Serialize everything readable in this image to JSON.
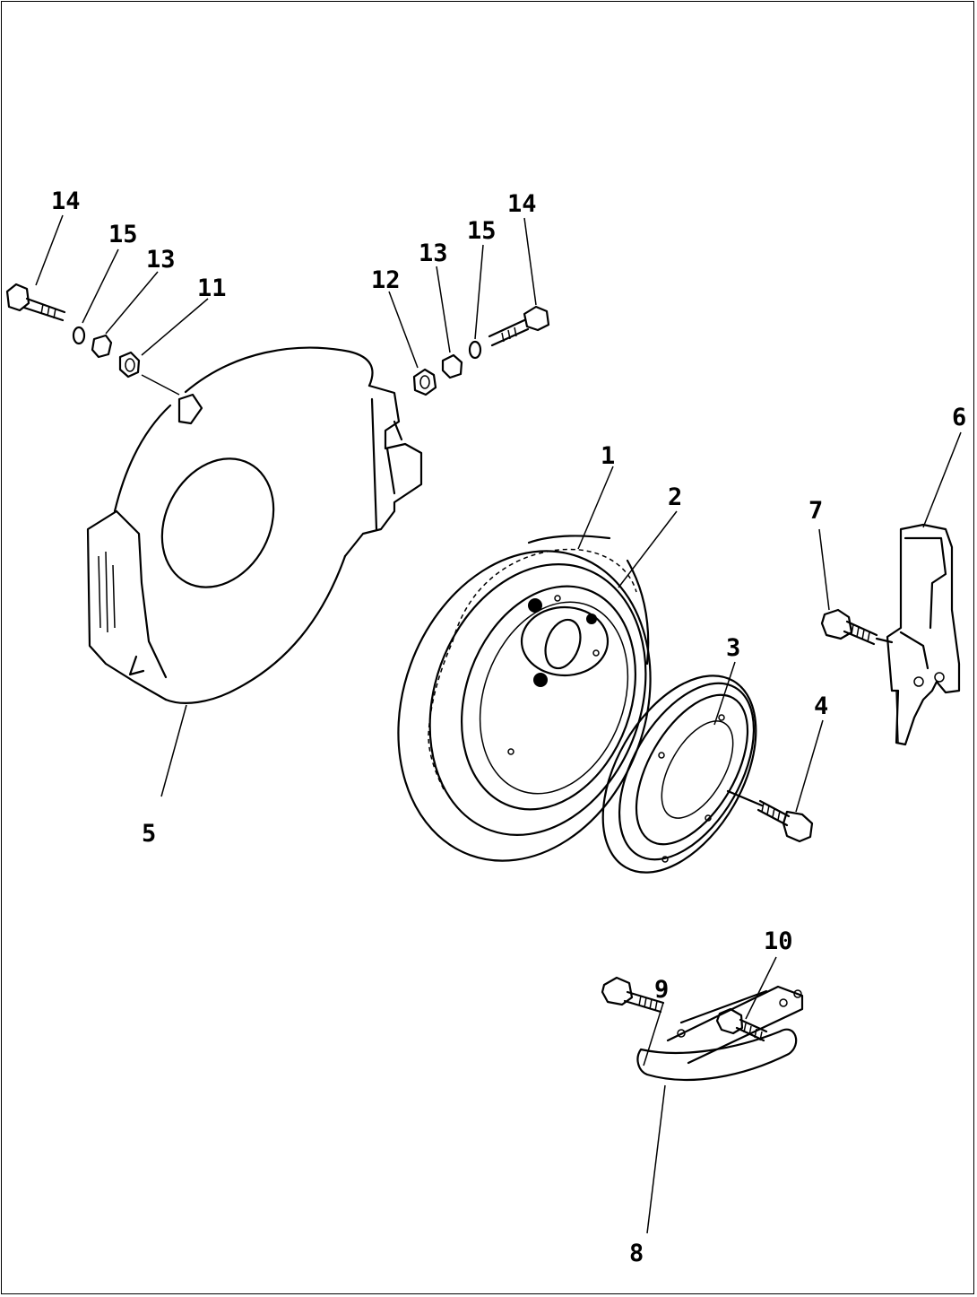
{
  "diagram": {
    "callouts": {
      "c1": "1",
      "c2": "2",
      "c3": "3",
      "c4": "4",
      "c5": "5",
      "c6": "6",
      "c7": "7",
      "c8": "8",
      "c9": "9",
      "c10": "10",
      "c11": "11",
      "c12": "12",
      "c13a": "13",
      "c13b": "13",
      "c14a": "14",
      "c14b": "14",
      "c15a": "15",
      "c15b": "15"
    }
  }
}
